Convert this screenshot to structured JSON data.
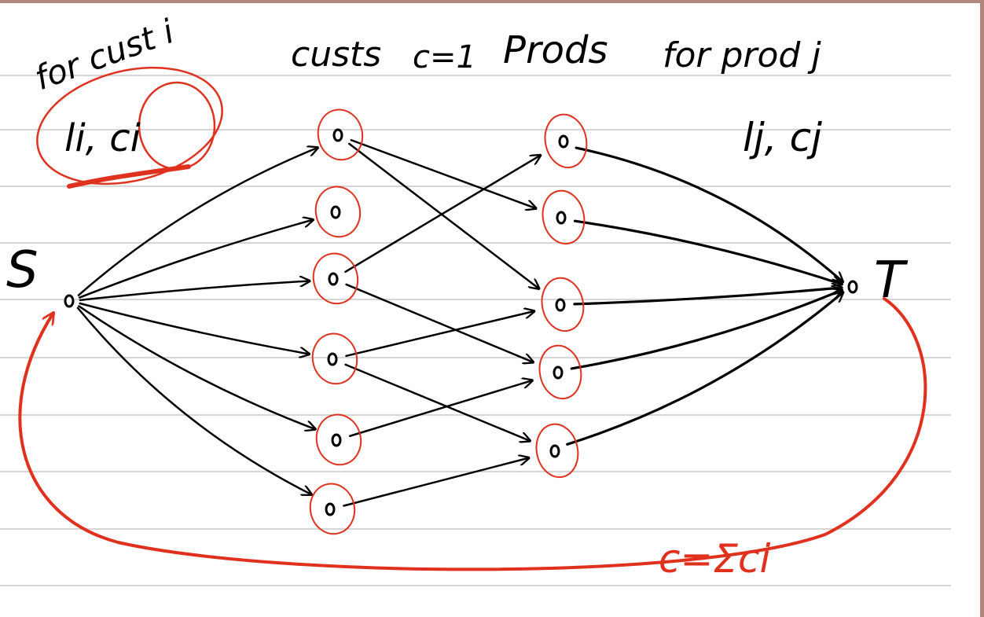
{
  "colors": {
    "ink": "#000000",
    "red_ink": "#e0301e",
    "rule": "#c9c9c9",
    "border": "#b0877a"
  },
  "labels": {
    "heading_left_line1": "for cust i",
    "heading_left_line2": "li, ci",
    "heading_custs": "custs",
    "heading_capacity": "c=1",
    "heading_prods": "Prods",
    "heading_right_line1": "for prod j",
    "heading_right_line2": "lj, cj",
    "source": "S",
    "sink": "T",
    "back_edge_capacity": "c=Σci"
  },
  "graph": {
    "customers": [
      "c1",
      "c2",
      "c3",
      "c4",
      "c5",
      "c6"
    ],
    "products": [
      "p1",
      "p2",
      "p3",
      "p4",
      "p5"
    ],
    "source_to_customer": [
      "c1",
      "c2",
      "c3",
      "c4",
      "c5",
      "c6"
    ],
    "customer_to_product": [
      [
        "c1",
        "p2"
      ],
      [
        "c1",
        "p3"
      ],
      [
        "c3",
        "p1"
      ],
      [
        "c3",
        "p4"
      ],
      [
        "c4",
        "p3"
      ],
      [
        "c4",
        "p5"
      ],
      [
        "c5",
        "p4"
      ],
      [
        "c6",
        "p5"
      ]
    ],
    "product_to_sink": [
      "p1",
      "p2",
      "p3",
      "p4",
      "p5"
    ],
    "back_edge": [
      "T",
      "S"
    ],
    "circled_customers": true,
    "circled_products": true
  }
}
